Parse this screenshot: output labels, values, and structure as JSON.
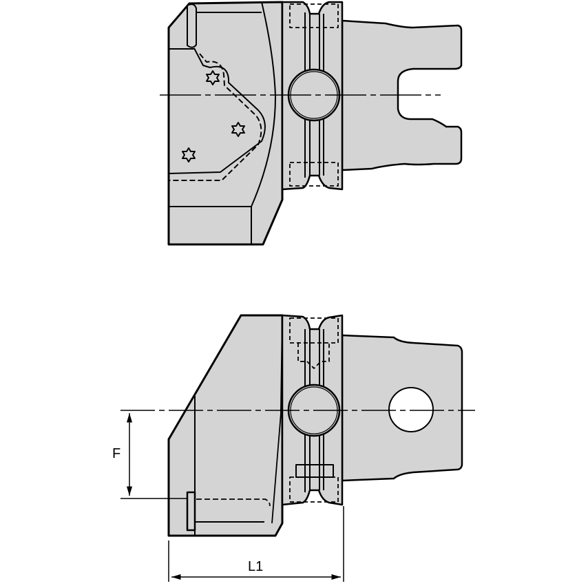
{
  "diagram": {
    "type": "technical-drawing",
    "subject": "tool holder adapter, two orthographic views",
    "views": [
      {
        "name": "top-view",
        "features": [
          "clamp-body",
          "torx-screws",
          "coupling-flange",
          "cross-bore",
          "forked-shank"
        ]
      },
      {
        "name": "side-view",
        "features": [
          "clamp-body",
          "clamp-screw",
          "coupling-flange",
          "cross-bore",
          "shank-with-cross-hole"
        ]
      }
    ],
    "dimensions": {
      "f_label": "F",
      "l1_label": "L1"
    },
    "colors": {
      "fill": "#d4d4d4",
      "line": "#000000",
      "background": "#ffffff"
    }
  }
}
